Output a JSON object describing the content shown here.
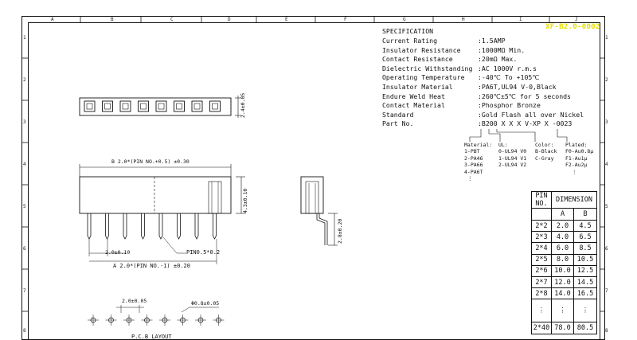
{
  "title_block": "XF-B2.0-0002",
  "columns": [
    "A",
    "B",
    "C",
    "D",
    "E",
    "F",
    "G",
    "H",
    "I",
    "J"
  ],
  "rows": [
    "1",
    "2",
    "3",
    "4",
    "5",
    "6",
    "7",
    "8"
  ],
  "spec": {
    "heading": "SPECIFICATION",
    "items": [
      {
        "k": "Current Rating",
        "v": ":1.5AMP"
      },
      {
        "k": "Insulator Resistance",
        "v": ":1000MΩ Min."
      },
      {
        "k": "Contact Resistance",
        "v": ":20mΩ Max."
      },
      {
        "k": "Dielectric Withstanding",
        "v": ":AC 1000V r.m.s"
      },
      {
        "k": "Operating Temperature",
        "v": ":-40℃ To +105℃"
      },
      {
        "k": "Insulator Material",
        "v": ":PA6T,UL94 V-0,Black"
      },
      {
        "k": "Endure Weld Heat",
        "v": ":260℃±5℃ for 5 seconds"
      },
      {
        "k": "Contact Material",
        "v": ":Phosphor Bronze"
      },
      {
        "k": "Standard",
        "v": ":Gold Flash all over Nickel"
      },
      {
        "k": "Part No.",
        "v": ":B200 X X X V-XP X -0023"
      }
    ]
  },
  "legend": {
    "material": {
      "head": "Material:",
      "items": [
        "1-PBT",
        "2-PA46",
        "3-PA66",
        "4-PA6T",
        "⋮"
      ]
    },
    "ul": {
      "head": "UL:",
      "items": [
        "0-UL94 V0",
        "1-UL94 V1",
        "2-UL94 V2"
      ]
    },
    "color": {
      "head": "Color:",
      "items": [
        "B-Black",
        "C-Gray"
      ]
    },
    "plated": {
      "head": "Plated:",
      "items": [
        "F0-Au0.8μ",
        "F1-Au1μ",
        "F2-Au2μ",
        "⋮"
      ]
    }
  },
  "dimension_table": {
    "h_pin": "PIN",
    "h_no": "NO.",
    "h_dim": "DIMENSION",
    "h_a": "A",
    "h_b": "B",
    "rows": [
      [
        "2*2",
        "2.0",
        "4.5"
      ],
      [
        "2*3",
        "4.0",
        "6.5"
      ],
      [
        "2*4",
        "6.0",
        "8.5"
      ],
      [
        "2*5",
        "8.0",
        "10.5"
      ],
      [
        "2*6",
        "10.0",
        "12.5"
      ],
      [
        "2*7",
        "12.0",
        "14.5"
      ],
      [
        "2*8",
        "14.0",
        "16.5"
      ],
      [
        "⋮",
        "⋮",
        "⋮"
      ],
      [
        "2*40",
        "78.0",
        "80.5"
      ]
    ]
  },
  "dims": {
    "height_top": "2.4±0.05",
    "b_dim": "B 2.0*(PIN NO.+0.5) ±0.30",
    "height_body": "4.3±0.10",
    "pitch": "2.0±0.10",
    "pin": "PIN0.5*0.2",
    "a_dim": "A 2.0*(PIN NO.-1) ±0.20",
    "tail": "2.8±0.20",
    "pcb_pitch": "2.0±0.05",
    "hole": "Φ0.8±0.05",
    "pcb_layout": "P.C.B LAYOUT"
  }
}
